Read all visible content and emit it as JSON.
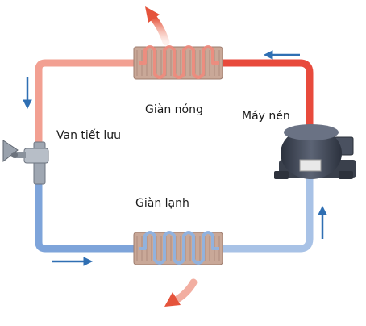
{
  "labels": {
    "hot_coil": "Giàn nóng",
    "cold_coil": "Giàn lạnh",
    "compressor": "Máy nén",
    "valve": "Van tiết lưu"
  },
  "colors": {
    "hot_pipe": "#ef6a5a",
    "hot_pipe_dark": "#d9473a",
    "cold_pipe": "#7fa6dc",
    "cold_pipe_dark": "#4a73b8",
    "coil_body": "#c7a494",
    "flow_arrow": "#2f6fb3",
    "heat_arrow": "#e85a3f",
    "compressor": "#3b4150"
  },
  "icons": {
    "hot_coil": "condenser-coil-icon",
    "cold_coil": "evaporator-coil-icon",
    "compressor": "compressor-icon",
    "valve": "expansion-valve-icon",
    "flow": "flow-arrow-icon",
    "heat": "heat-flow-arrow-icon"
  }
}
